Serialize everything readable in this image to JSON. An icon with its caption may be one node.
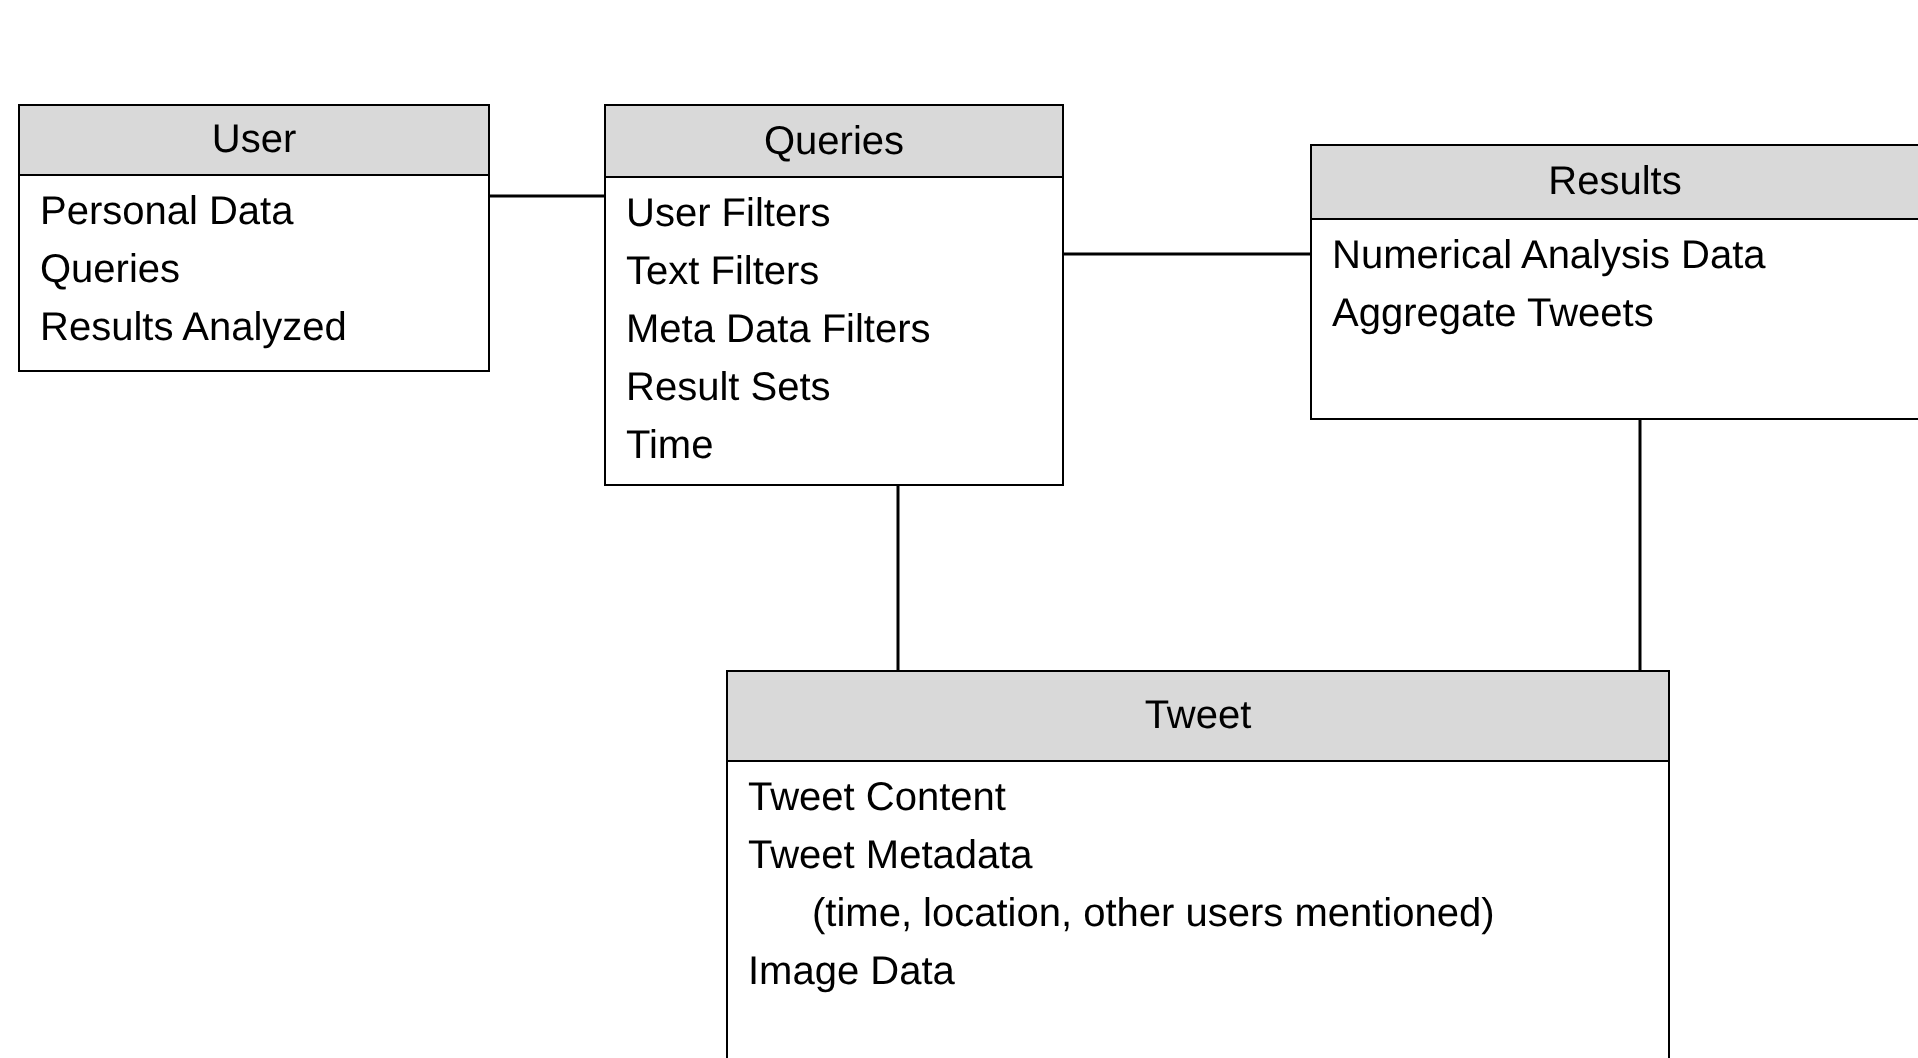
{
  "diagram": {
    "nodes": [
      {
        "text": [
          "User",
          "Personal Data",
          "Queries",
          "Results Analyzed"
        ]
      },
      {
        "text": [
          "Queries",
          "User Filters",
          "Text Filters",
          "Meta Data Filters",
          "Result Sets",
          "Time"
        ]
      },
      {
        "text": [
          "Results",
          "Numerical Analysis Data",
          "Aggregate Tweets"
        ]
      },
      {
        "text": [
          "Tweet",
          "Tweet Content",
          "Tweet Metadata",
          "(time, location, other users mentioned)",
          "Image Data"
        ]
      }
    ],
    "edges": [
      {
        "from": 0,
        "to": 1,
        "arrow": "none"
      },
      {
        "from": 1,
        "to": 2,
        "arrow": "none"
      },
      {
        "from": 1,
        "to": 3,
        "arrow": "none"
      },
      {
        "from": 2,
        "to": 3,
        "arrow": "none"
      }
    ]
  }
}
